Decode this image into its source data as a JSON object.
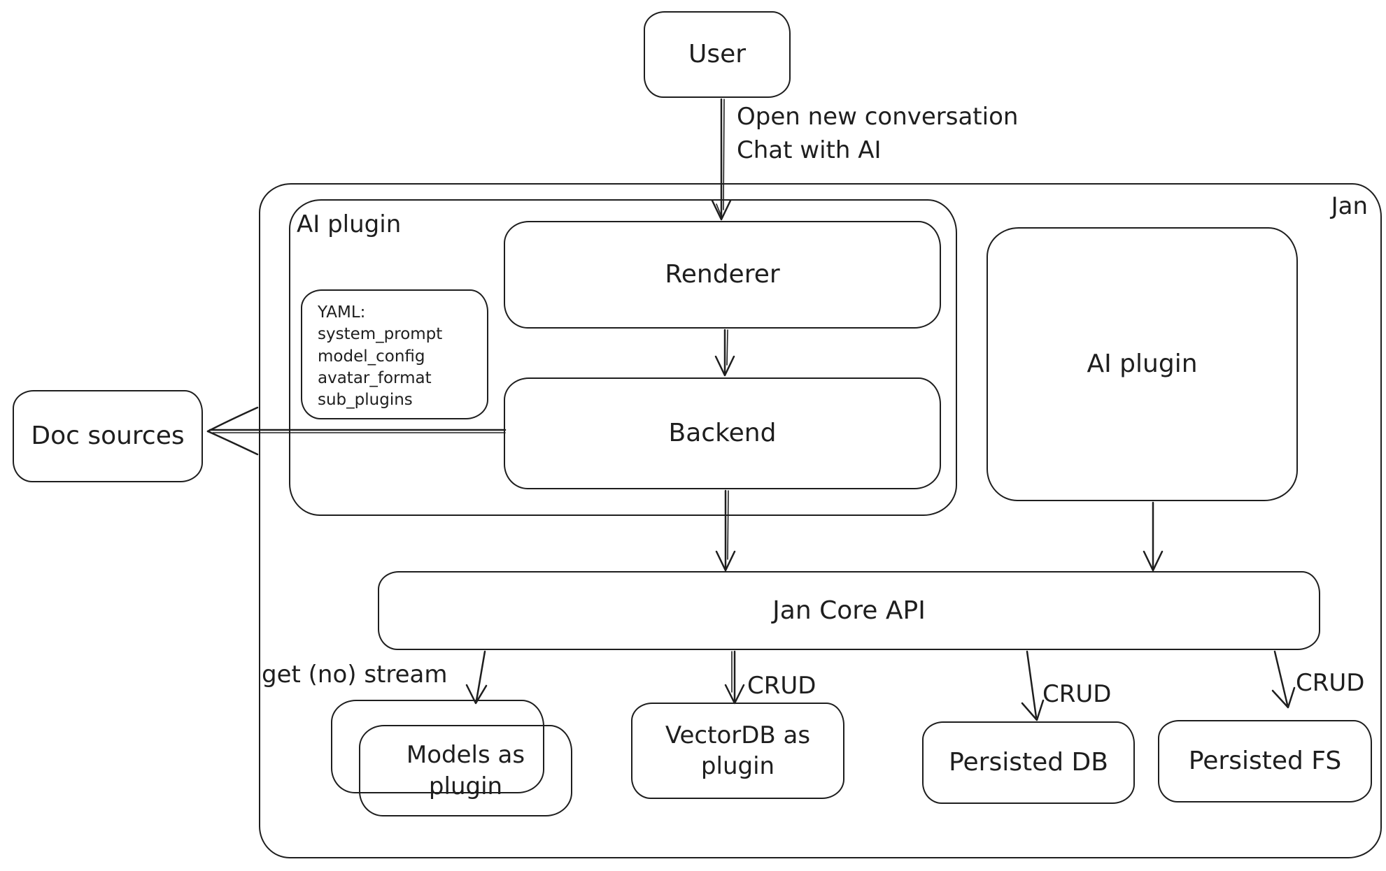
{
  "colors": {
    "stroke": "#1e1e1e",
    "background": "#ffffff"
  },
  "nodes": {
    "user": {
      "label": "User"
    },
    "jan": {
      "label": "Jan"
    },
    "ai_plugin_left": {
      "label": "AI plugin"
    },
    "yaml_note": {
      "lines": [
        "YAML:",
        "system_prompt",
        "model_config",
        "avatar_format",
        "sub_plugins"
      ]
    },
    "renderer": {
      "label": "Renderer"
    },
    "backend": {
      "label": "Backend"
    },
    "doc_sources": {
      "label": "Doc sources"
    },
    "ai_plugin_right": {
      "label": "AI plugin"
    },
    "jan_core_api": {
      "label": "Jan Core API"
    },
    "models": {
      "lines": [
        "Models as",
        "plugin"
      ]
    },
    "vectordb": {
      "lines": [
        "VectorDB as",
        "plugin"
      ]
    },
    "persisted_db": {
      "label": "Persisted DB"
    },
    "persisted_fs": {
      "label": "Persisted FS"
    }
  },
  "edges": {
    "user_to_renderer": {
      "lines": [
        "Open new conversation",
        "Chat with AI"
      ]
    },
    "api_to_models": {
      "label": "get (no) stream"
    },
    "api_to_vectordb": {
      "label": "CRUD"
    },
    "api_to_persisted_db": {
      "label": "CRUD"
    },
    "api_to_persisted_fs": {
      "label": "CRUD"
    }
  }
}
